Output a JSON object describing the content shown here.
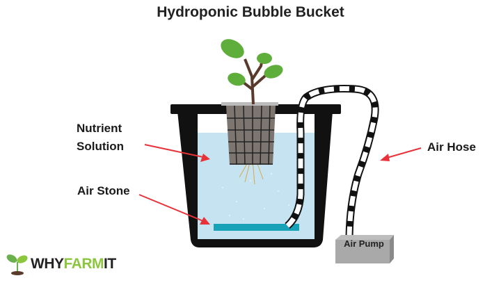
{
  "title": "Hydroponic Bubble Bucket",
  "labels": {
    "nutrient_solution_line1": "Nutrient",
    "nutrient_solution_line2": "Solution",
    "air_stone": "Air Stone",
    "air_hose": "Air Hose",
    "air_pump": "Air Pump"
  },
  "logo": {
    "part1": "WHY",
    "part2": "FARM",
    "part3": "IT"
  },
  "colors": {
    "water": "#c6e3f1",
    "air_stone": "#17a2b8",
    "arrow": "#e8323a",
    "bucket": "#111111",
    "logo_green": "#8cc63f"
  }
}
